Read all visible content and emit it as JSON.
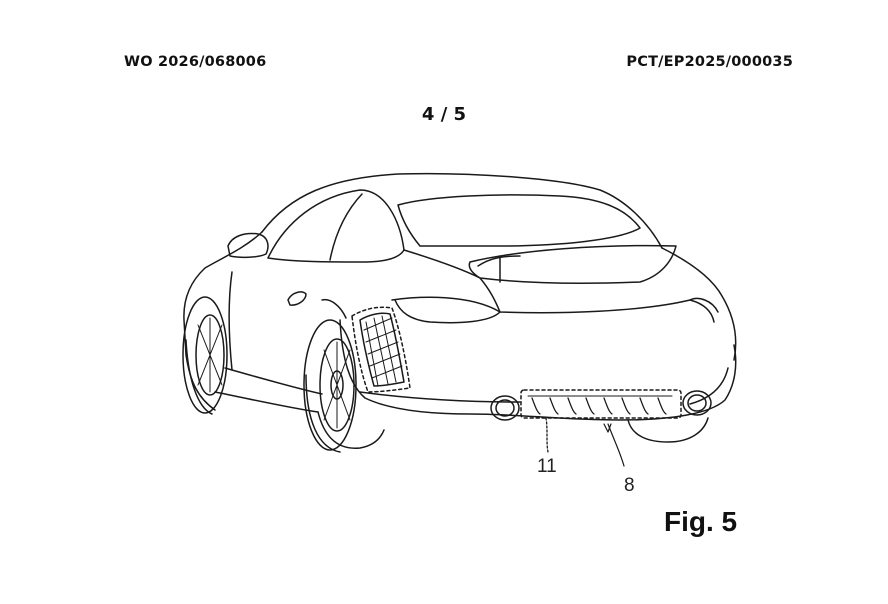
{
  "header": {
    "publication_number": "WO 2026/068006",
    "application_number": "PCT/EP2025/000035"
  },
  "sheet_label": "4 / 5",
  "figure": {
    "label": "Fig. 5",
    "reference_numerals": [
      "11",
      "8"
    ]
  }
}
